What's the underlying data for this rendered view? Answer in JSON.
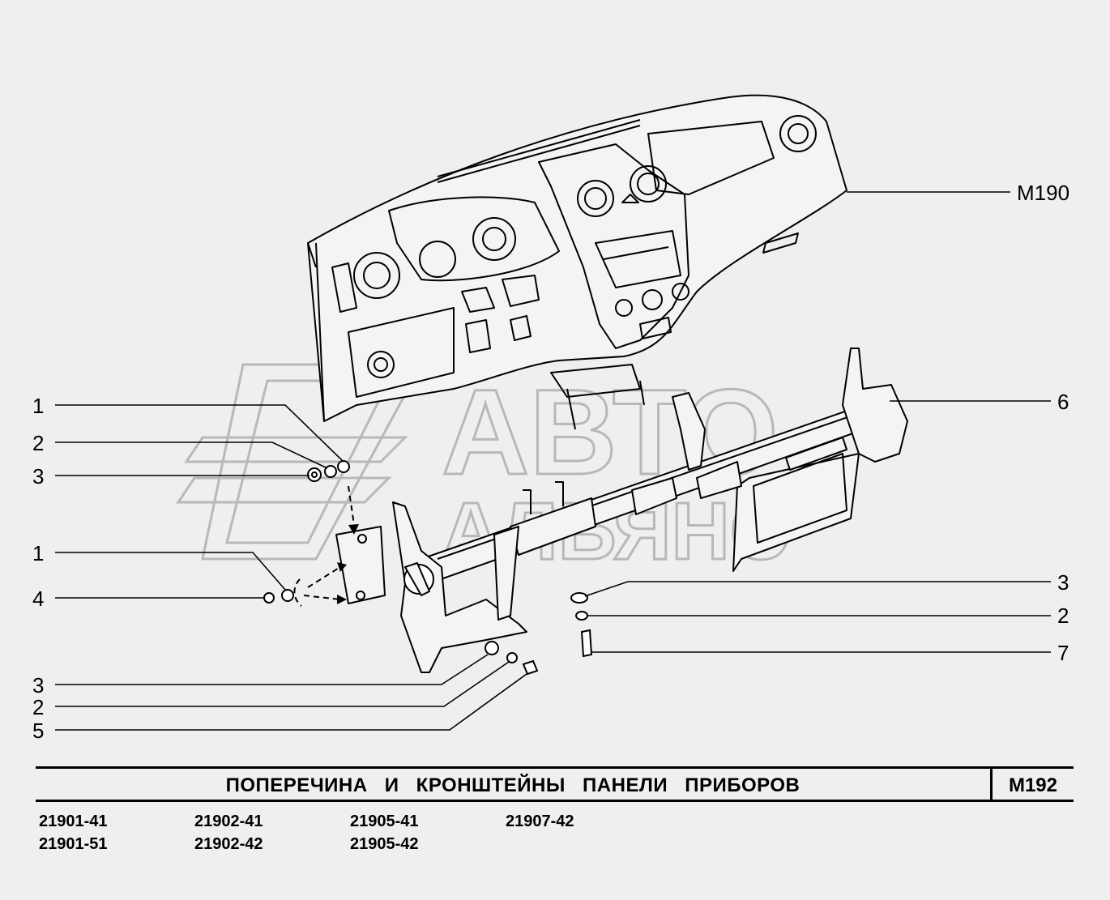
{
  "drawing": {
    "ref_code": "M190",
    "callouts_left": [
      "1",
      "2",
      "3",
      "1",
      "4",
      "3",
      "2",
      "5"
    ],
    "callouts_right": [
      "6",
      "3",
      "2",
      "7"
    ],
    "watermark": {
      "line1": "АВТО",
      "line2": "АЛЬЯНС"
    }
  },
  "title_block": {
    "title": "ПОПЕРЕЧИНА И КРОНШТЕЙНЫ ПАНЕЛИ ПРИБОРОВ",
    "code": "M192"
  },
  "models": [
    [
      "21901-41",
      "21901-51"
    ],
    [
      "21902-41",
      "21902-42"
    ],
    [
      "21905-41",
      "21905-42"
    ],
    [
      "21907-42"
    ]
  ]
}
